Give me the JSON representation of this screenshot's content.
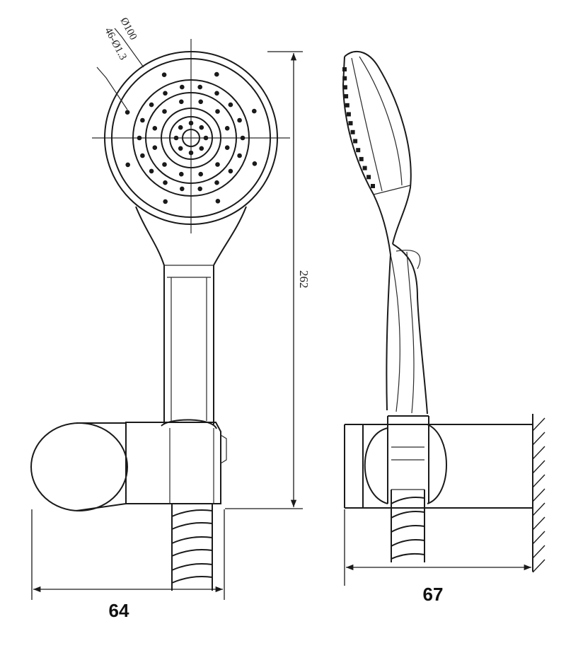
{
  "dimensions": {
    "front_width": "64",
    "side_width": "67",
    "overall_height": "262",
    "head_diameter": "Ø100",
    "nozzles": "46-Ø1.3"
  }
}
